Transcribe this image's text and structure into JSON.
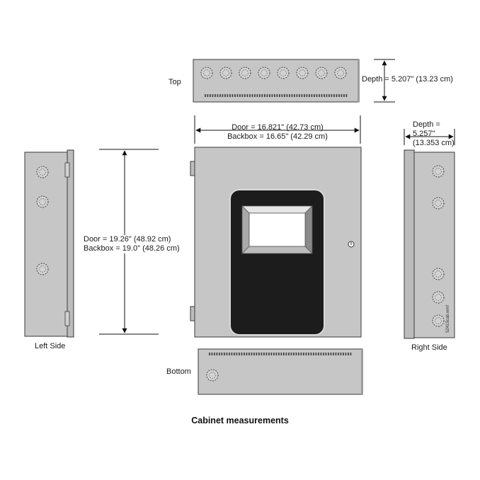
{
  "views": {
    "top": "Top",
    "bottom": "Bottom",
    "left_side": "Left Side",
    "right_side": "Right Side"
  },
  "dimensions": {
    "top_depth": "Depth = 5.207\" (13.23 cm)",
    "width_door": "Door = 16.821\" (42.73 cm)",
    "width_backbox": "Backbox = 16.65\" (42.29 cm)",
    "height_door": "Door = 19.26\" (48.92 cm)",
    "height_backbox": "Backbox = 19.0\" (48.26 cm)",
    "right_depth_line1": "Depth =",
    "right_depth_line2": "5.257\"",
    "right_depth_line3": "(13.353 cm)"
  },
  "caption": "Cabinet measurements",
  "file_id": "52415cab.wmf",
  "colors": {
    "panel": "#c6c6c6",
    "panel_dark": "#9e9e9e",
    "window": "#1c1c1c",
    "outline": "#3a3a3a"
  }
}
